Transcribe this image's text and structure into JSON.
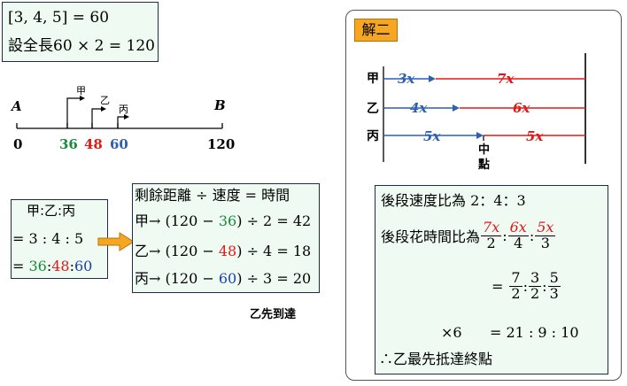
{
  "top_box": {
    "line1_lcm": "[3, 4, 5] = 60",
    "line2_prefix": "設全長",
    "line2_expr": "60 × 2 = 120"
  },
  "number_line": {
    "left_label": "A",
    "right_label": "B",
    "start_tick": "0",
    "end_tick": "120",
    "ticks": [
      {
        "runner": "甲",
        "value": "36",
        "color": "#1a8a3a"
      },
      {
        "runner": "乙",
        "value": "48",
        "color": "#e01818"
      },
      {
        "runner": "丙",
        "value": "60",
        "color": "#2f5fb0"
      }
    ]
  },
  "ratio_box": {
    "header": "甲:乙:丙",
    "row2": "= 3 : 4 : 5",
    "row3_prefix": "=",
    "row3_values": [
      "36",
      "48",
      "60"
    ],
    "row3_sep": ":"
  },
  "time_box": {
    "formula": "剩餘距離 ÷ 速度 = 時間",
    "rows": [
      {
        "runner": "甲",
        "pre": "→ (120 − ",
        "val": "36",
        "post": ") ÷ 2 = 42"
      },
      {
        "runner": "乙",
        "pre": "→ (120 − ",
        "val": "48",
        "post": ") ÷ 4 = 18"
      },
      {
        "runner": "丙",
        "pre": "→ (120 − ",
        "val": "60",
        "post": ") ÷ 3 = 20"
      }
    ]
  },
  "conclusion_left": "乙先到達",
  "solution2": {
    "tag": "解二",
    "lines": [
      {
        "runner": "甲",
        "first": "3x",
        "second": "7x"
      },
      {
        "runner": "乙",
        "first": "4x",
        "second": "6x"
      },
      {
        "runner": "丙",
        "first": "5x",
        "second": "5x"
      }
    ],
    "midpoint_label": "中",
    "midpoint_label2": "點",
    "inner": {
      "speed_ratio": "後段速度比為 2：4：3",
      "time_ratio_prefix": "後段花時間比為",
      "fracs1": [
        {
          "n": "7x",
          "d": "2"
        },
        {
          "n": "6x",
          "d": "4"
        },
        {
          "n": "5x",
          "d": "3"
        }
      ],
      "eq": "=",
      "fracs2": [
        {
          "n": "7",
          "d": "2"
        },
        {
          "n": "3",
          "d": "2"
        },
        {
          "n": "5",
          "d": "3"
        }
      ],
      "mult": "×6",
      "result": "= 21 : 9 : 10",
      "final": "∴乙最先抵達終點"
    }
  },
  "colors": {
    "green": "#1a8a3a",
    "red": "#e01818",
    "blue": "#2f5fb0",
    "box_bg": "#eefaf2",
    "tag_bg": "#f5a623",
    "arrow_orange": "#f5a623"
  }
}
